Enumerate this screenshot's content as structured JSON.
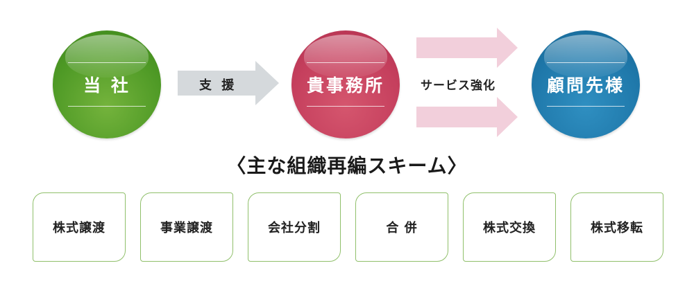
{
  "circles": {
    "company": "当 社",
    "office": "貴事務所",
    "client": "顧問先様"
  },
  "arrows": {
    "support": "支 援",
    "service": "サービス強化"
  },
  "heading": "〈主な組織再編スキーム〉",
  "schemes": [
    "株式譲渡",
    "事業譲渡",
    "会社分割",
    "合 併",
    "株式交換",
    "株式移転"
  ],
  "colors": {
    "green": "#4f9a26",
    "pink": "#c53f5d",
    "blue": "#1f78aa",
    "support_arrow": "#d5d9dc",
    "service_arrow": "#f2cfdb",
    "box_border": "#8fbf6a"
  }
}
